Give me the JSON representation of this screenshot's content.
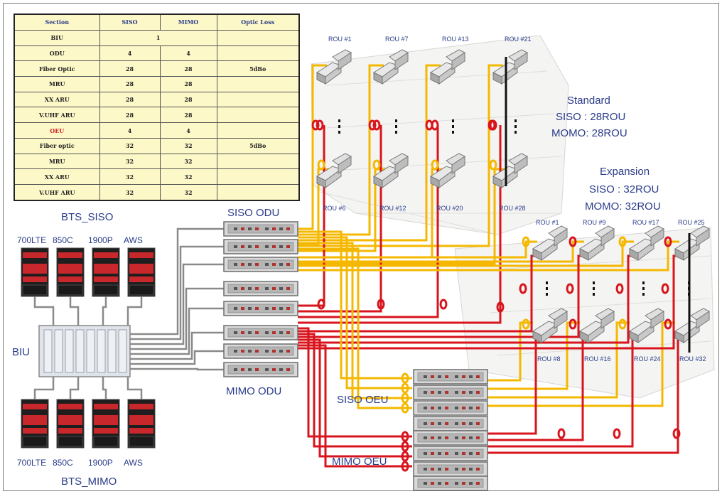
{
  "table": {
    "headers": [
      "Section",
      "SISO",
      "MIMO",
      "Optic Loss"
    ],
    "rows": [
      [
        "BIU",
        "1",
        "",
        ""
      ],
      [
        "ODU",
        "4",
        "4",
        ""
      ],
      [
        "Fiber Optic",
        "28",
        "28",
        "5dBo"
      ],
      [
        "MRU",
        "28",
        "28",
        ""
      ],
      [
        "XX ARU",
        "28",
        "28",
        ""
      ],
      [
        "V.UHF ARU",
        "28",
        "28",
        ""
      ],
      [
        "OEU",
        "4",
        "4",
        ""
      ],
      [
        "Fiber optic",
        "32",
        "32",
        "5dBo"
      ],
      [
        "MRU",
        "32",
        "32",
        ""
      ],
      [
        "XX ARU",
        "32",
        "32",
        ""
      ],
      [
        "V.UHF ARU",
        "32",
        "32",
        ""
      ]
    ],
    "highlight_row": 6,
    "highlight_color": "#cc1f1f"
  },
  "labels": {
    "bts_siso": "BTS_SISO",
    "bts_mimo": "BTS_MIMO",
    "biu": "BIU",
    "siso_odu": "SISO ODU",
    "mimo_odu": "MIMO ODU",
    "siso_oeu": "SISO OEU",
    "mimo_oeu": "MIMO OEU"
  },
  "bts_top": [
    "700LTE",
    "850C",
    "1900P",
    "AWS"
  ],
  "bts_bottom": [
    "700LTE",
    "850C",
    "1900P",
    "AWS"
  ],
  "standard": {
    "title": "Standard",
    "siso": "SISO : 28ROU",
    "momo": "MOMO:  28ROU",
    "rou_top": [
      "ROU #1",
      "ROU #7",
      "ROU #13",
      "ROU #21"
    ],
    "rou_bottom": [
      "ROU #6",
      "ROU #12",
      "ROU #20",
      "ROU #28"
    ]
  },
  "expansion": {
    "title": "Expansion",
    "siso": "SISO : 32ROU",
    "momo": "MOMO:  32ROU",
    "rou_top": [
      "ROU #1",
      "ROU #9",
      "ROU #17",
      "ROU #25"
    ],
    "rou_bottom": [
      "ROU #8",
      "ROU #16",
      "ROU #24",
      "ROU #32"
    ]
  },
  "colors": {
    "siso_fiber": "#f5b800",
    "mimo_fiber": "#d8141c",
    "rf_cable": "#8a8a8a",
    "label_blue": "#2b3c8a",
    "table_bg": "#fdf8c8"
  }
}
